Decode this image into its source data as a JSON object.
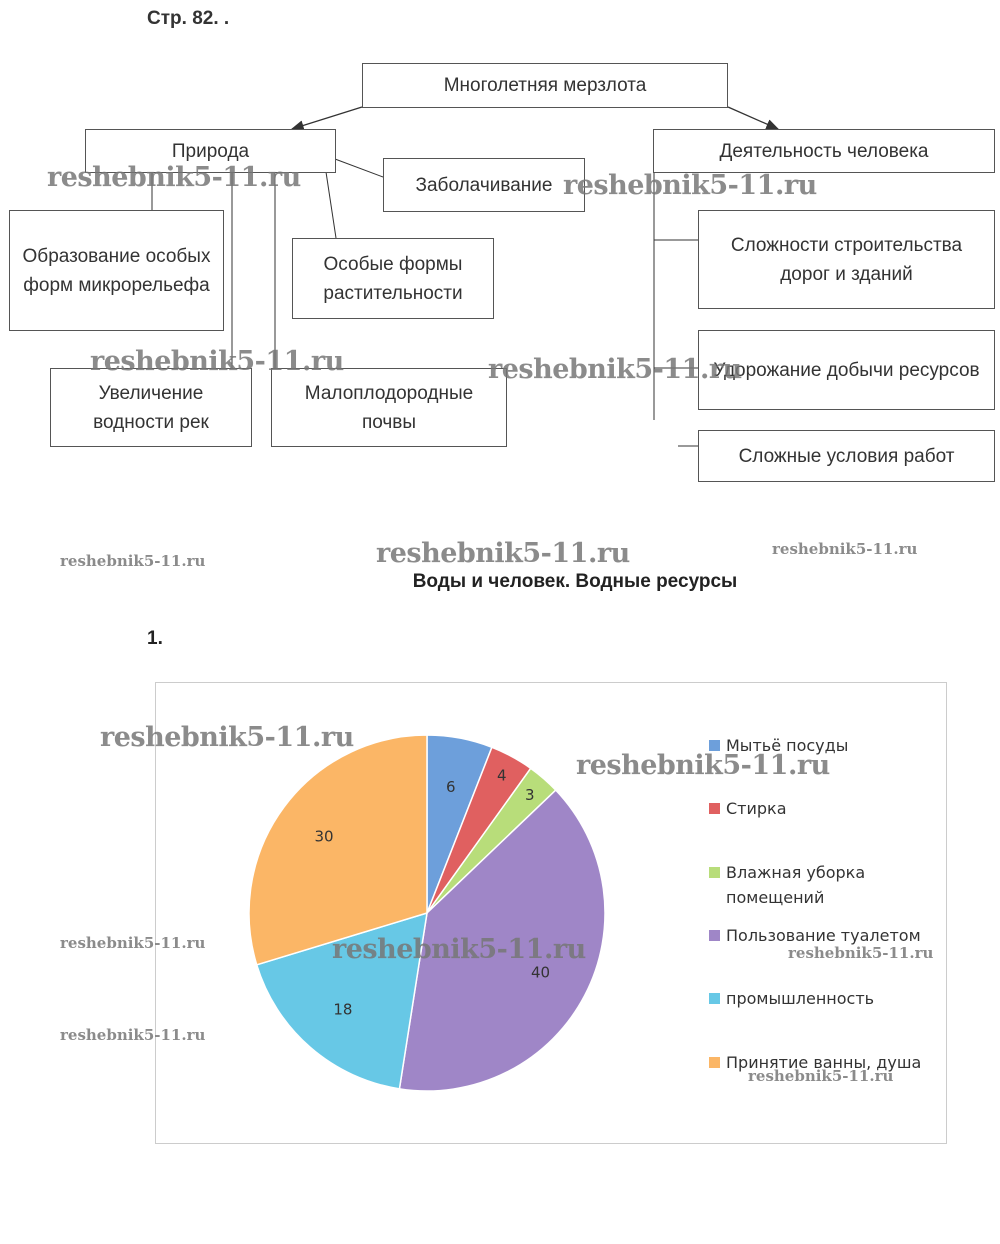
{
  "page_ref": "Стр. 82. .",
  "diagram": {
    "root": "Многолетняя мерзлота",
    "nature": "Природа",
    "human": "Деятельность человека",
    "swamping": "Заболачивание",
    "microrelief": "Образование особых форм микрорельефа",
    "vegetation": "Особые формы растительности",
    "rivers": "Увеличение водности рек",
    "soils": "Малоплодородные почвы",
    "construction": "Сложности строительства дорог и зданий",
    "mining": "Удорожание добычи ресурсов",
    "work": "Сложные условия работ"
  },
  "section_title": "Воды и человек. Водные ресурсы",
  "task_number": "1.",
  "chart_data": {
    "type": "pie",
    "categories": [
      "Мытьё посуды",
      "Стирка",
      "Влажная уборка помещений",
      "Пользование туалетом",
      "промышленность",
      "Принятие ванны, душа"
    ],
    "values": [
      6,
      4,
      3,
      40,
      18,
      30
    ],
    "value_labels": [
      "6",
      "4",
      "3",
      "40",
      "18",
      "30"
    ],
    "colors": [
      "#6d9fdb",
      "#e06060",
      "#b8dd7a",
      "#9f86c7",
      "#67c8e6",
      "#fbb666"
    ],
    "legend_position": "right"
  },
  "legend_lines": [
    [
      "Мытьё посуды"
    ],
    [
      "Стирка"
    ],
    [
      "Влажная уборка",
      "помещений"
    ],
    [
      "Пользование туалетом"
    ],
    [
      "промышленность"
    ],
    [
      "Принятие ванны, душа"
    ]
  ],
  "watermarks": [
    "reshebnik5-11.ru"
  ]
}
